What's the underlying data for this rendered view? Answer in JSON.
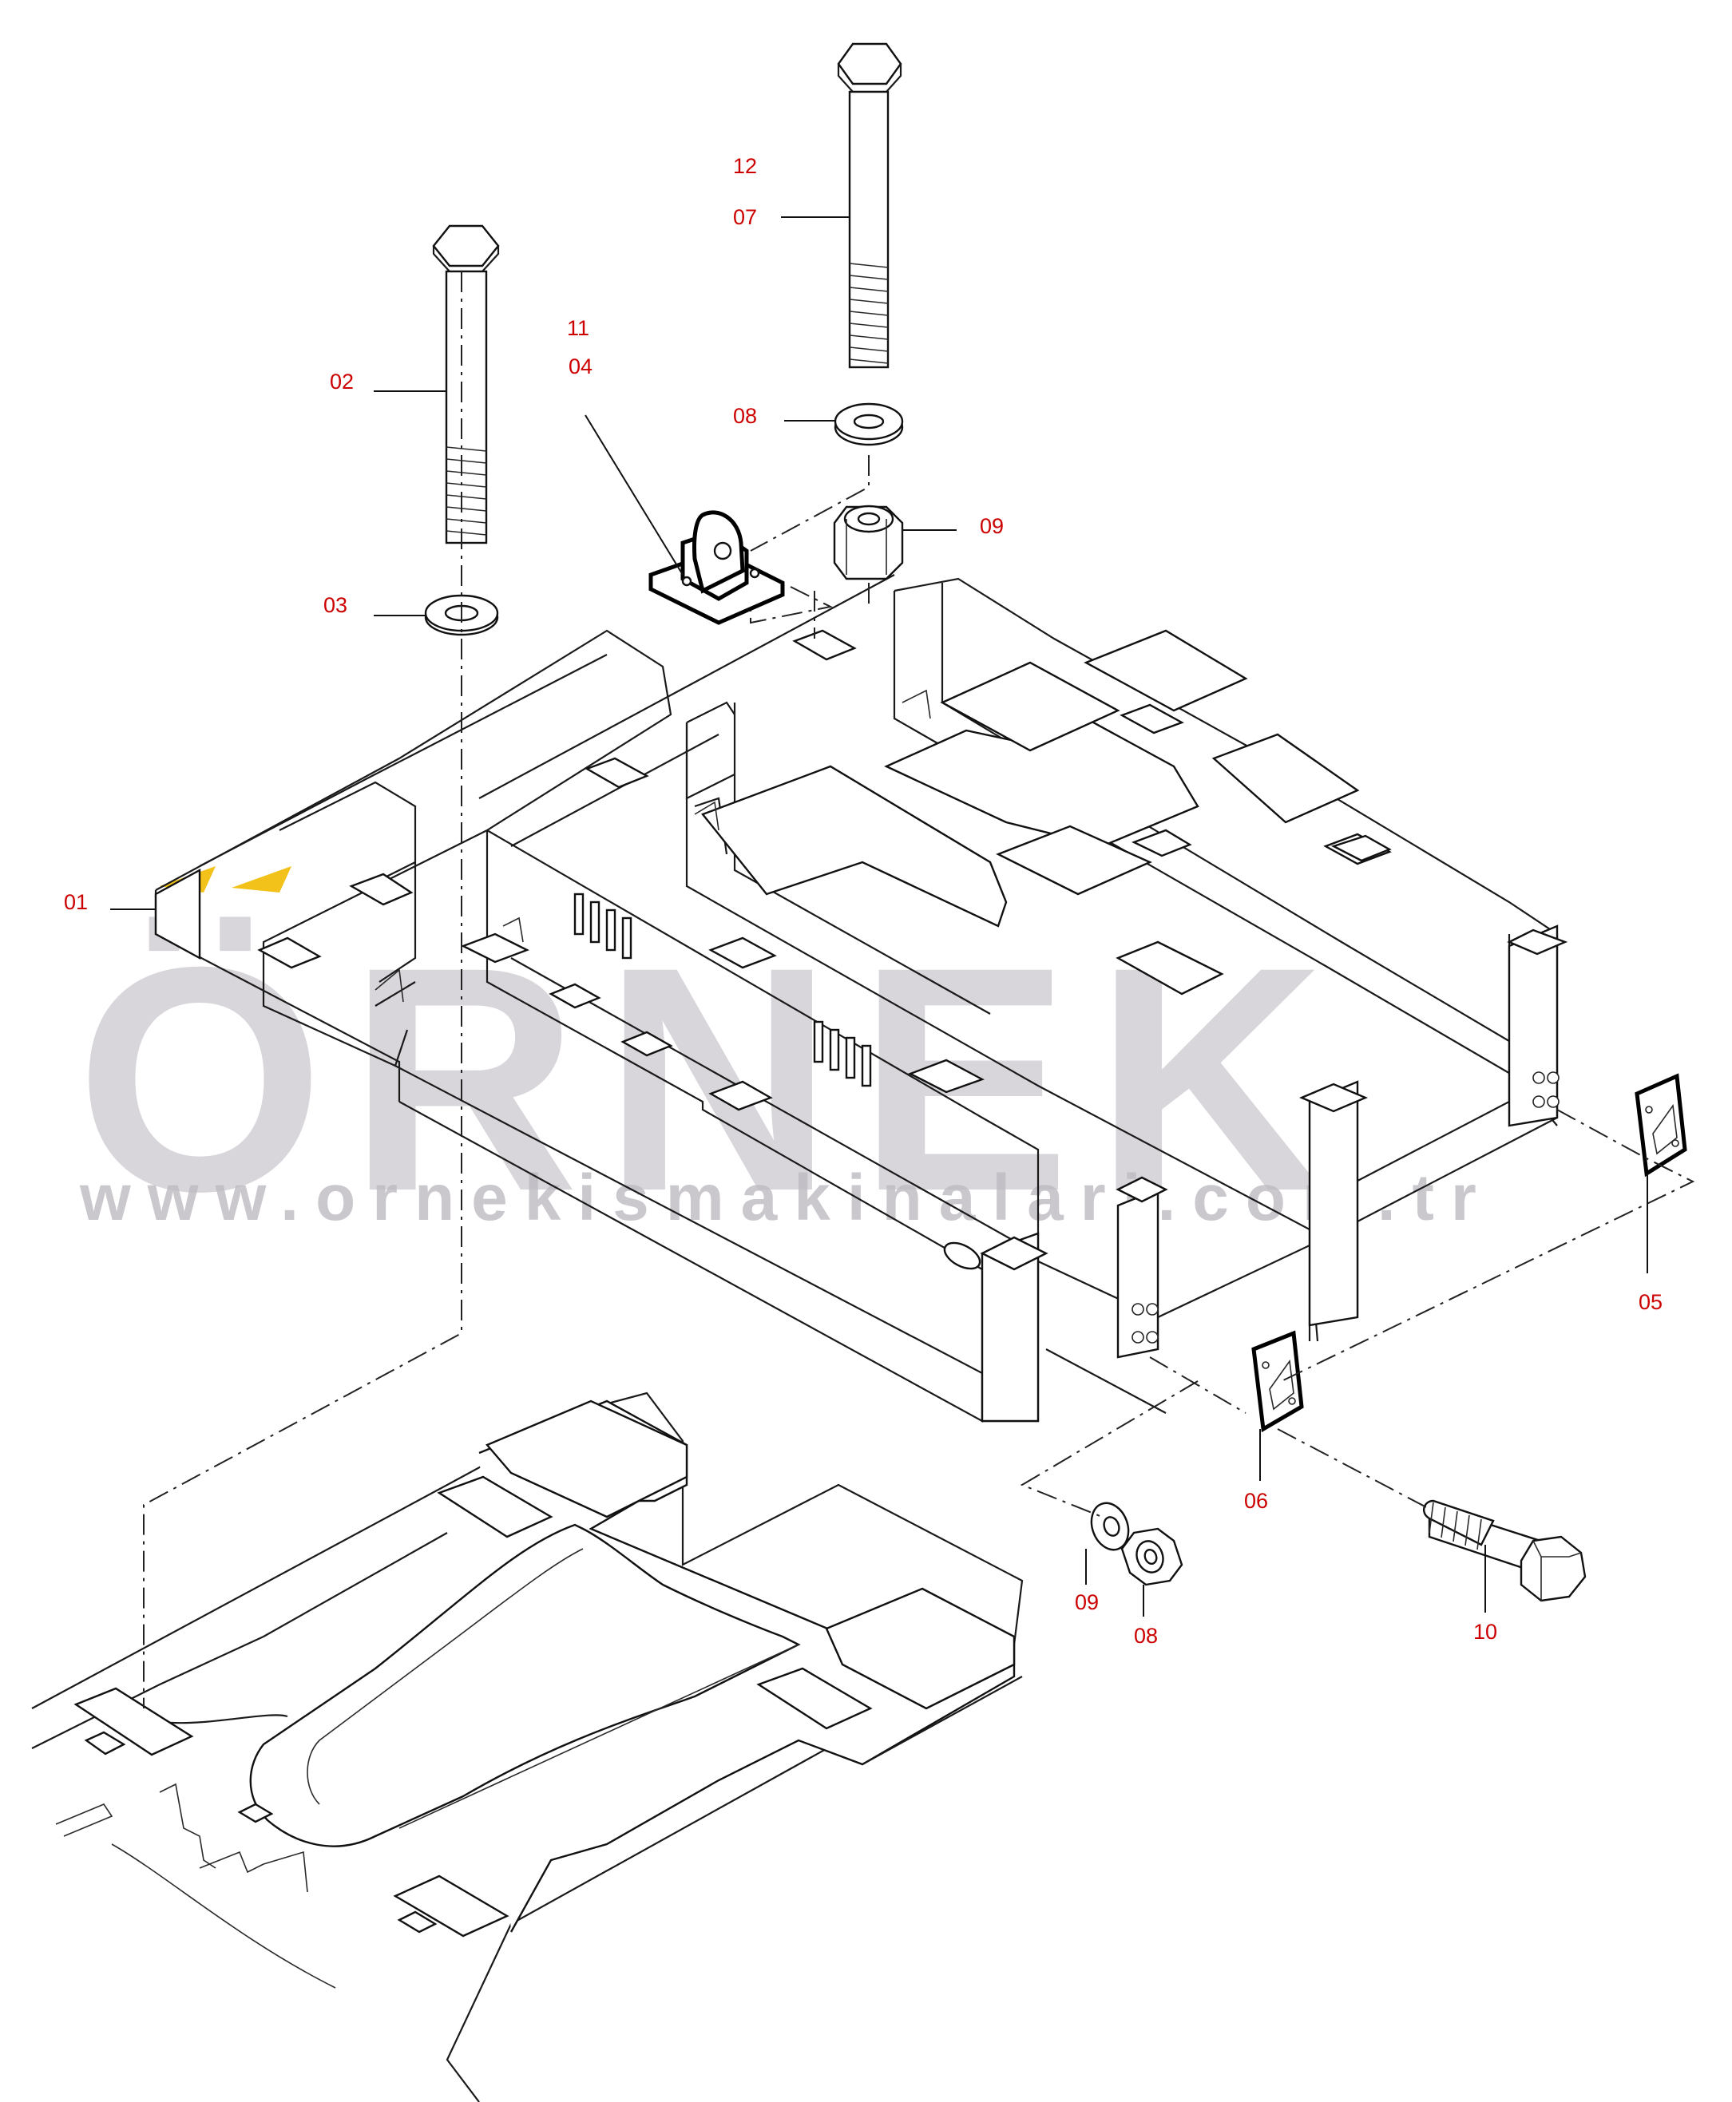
{
  "watermark": {
    "brand": "ÖRNEK",
    "url": "www.ornekismakinalari.com.tr"
  },
  "colors": {
    "callout": "#cc0000",
    "line": "#1a1a1a",
    "watermark": "#c9c6cc",
    "watermark_accent": "#f2c21a"
  },
  "callouts": [
    {
      "id": "c-12",
      "label": "12"
    },
    {
      "id": "c-07",
      "label": "07"
    },
    {
      "id": "c-11",
      "label": "11"
    },
    {
      "id": "c-04",
      "label": "04"
    },
    {
      "id": "c-02",
      "label": "02"
    },
    {
      "id": "c-08-top",
      "label": "08"
    },
    {
      "id": "c-09-top",
      "label": "09"
    },
    {
      "id": "c-03",
      "label": "03"
    },
    {
      "id": "c-01",
      "label": "01"
    },
    {
      "id": "c-05",
      "label": "05"
    },
    {
      "id": "c-06",
      "label": "06"
    },
    {
      "id": "c-09-bottom",
      "label": "09"
    },
    {
      "id": "c-08-bottom",
      "label": "08"
    },
    {
      "id": "c-10",
      "label": "10"
    }
  ]
}
